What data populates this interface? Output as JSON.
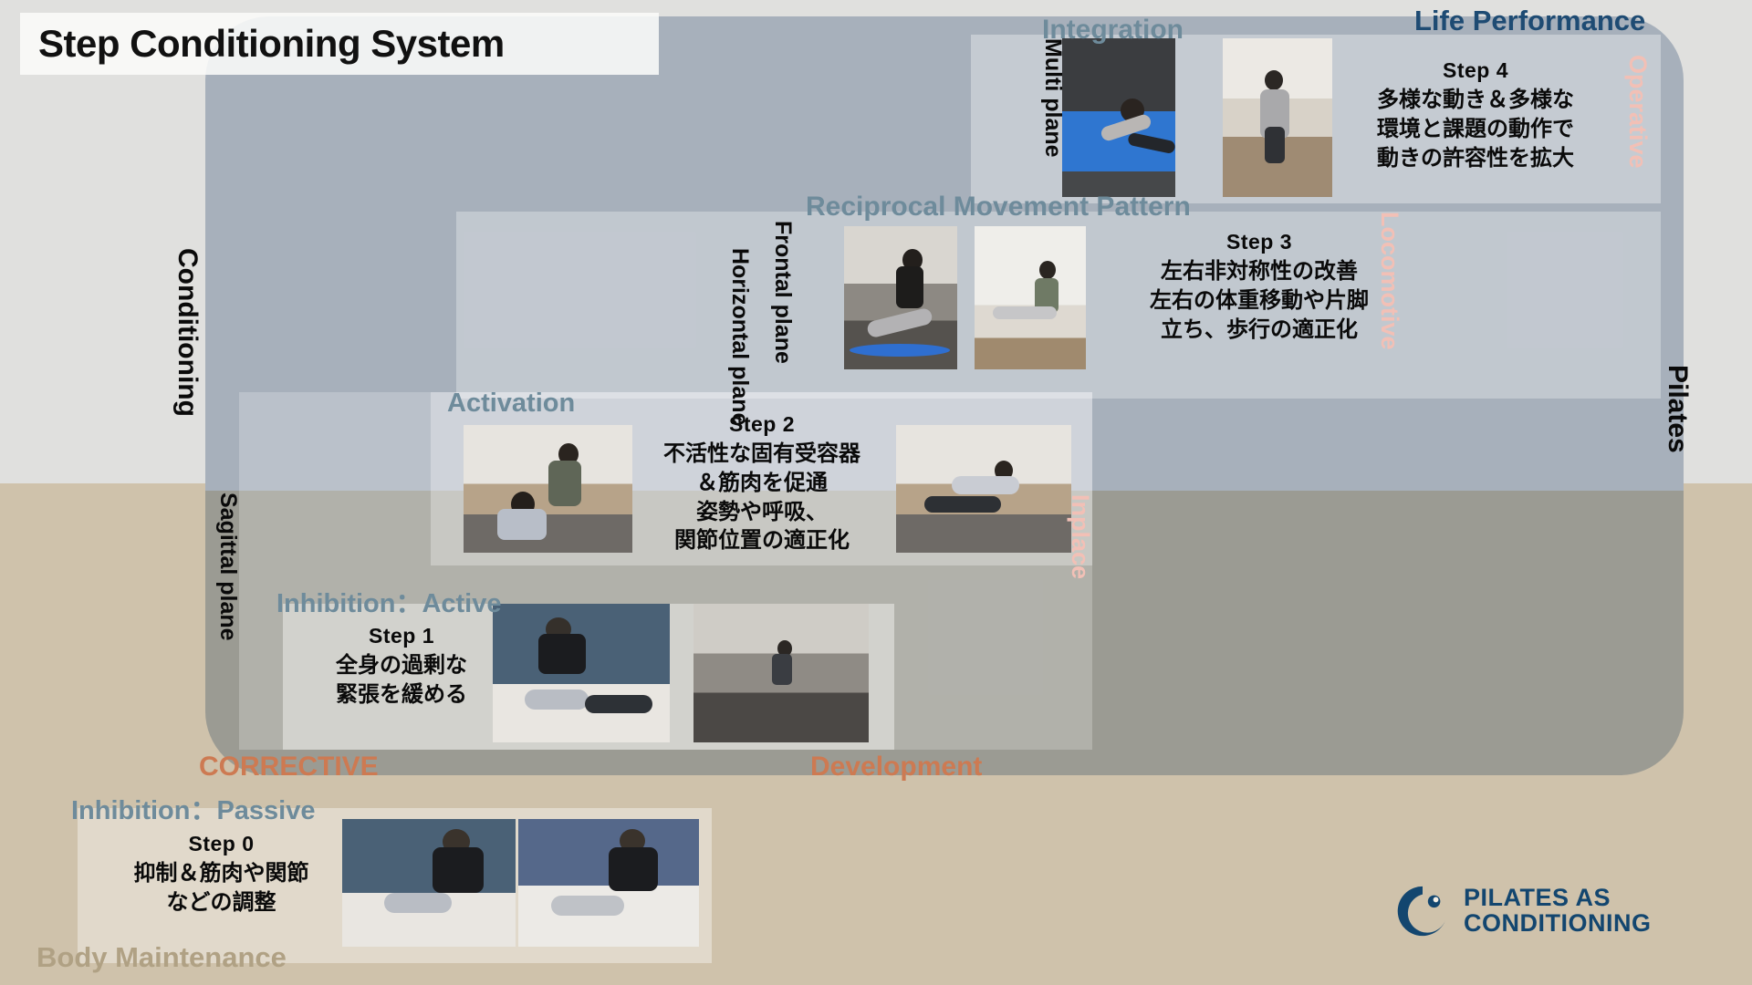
{
  "title": "Step Conditioning System",
  "axes": {
    "left_vertical": "Conditioning",
    "left_vertical_sub": "Sagittal plane",
    "right_vertical": "Pilates",
    "plane_frontal": "Frontal plane",
    "plane_horizontal": "Horizontal plane",
    "plane_multi": "Multi plane"
  },
  "zones": {
    "life_performance": "Life Performance",
    "integration": "Integration",
    "reciprocal": "Reciprocal Movement Pattern",
    "activation": "Activation",
    "inhibition_active": "Inhibition：Active",
    "inhibition_passive": "Inhibition：Passive",
    "corrective": "CORRECTIVE",
    "development": "Development",
    "body_maintenance": "Body Maintenance",
    "operative": "Operative",
    "locomotive": "Locomotive",
    "inplace": "Inplace"
  },
  "steps": [
    {
      "id": "step-0",
      "header": "Step  0",
      "lines": [
        "抑制＆筋肉や関節",
        "などの調整"
      ],
      "photos": [
        "manual-therapy-side-lying-photo",
        "manual-therapy-supine-photo"
      ]
    },
    {
      "id": "step-1",
      "header": "Step 1",
      "lines": [
        "全身の過剰な",
        "緊張を緩める"
      ],
      "photos": [
        "manual-release-neck-photo",
        "studio-standing-photo"
      ]
    },
    {
      "id": "step-2",
      "header": "Step 2",
      "lines": [
        "不活性な固有受容器",
        "＆筋肉を促通",
        "姿勢や呼吸、",
        "関節位置の適正化"
      ],
      "photos": [
        "seated-arm-cue-photo",
        "supine-reformer-photo"
      ]
    },
    {
      "id": "step-3",
      "header": "Step 3",
      "lines": [
        "左右非対称性の改善",
        "左右の体重移動や片脚",
        "立ち、歩行の適正化"
      ],
      "photos": [
        "side-plank-assist-photo",
        "single-leg-balance-photo"
      ]
    },
    {
      "id": "step-4",
      "header": "Step 4",
      "lines": [
        "多様な動き＆多様な",
        "環境と課題の動作で",
        "動きの許容性を拡大"
      ],
      "photos": [
        "mat-multiplane-photo",
        "mirror-standing-photo"
      ]
    }
  ],
  "logo": {
    "line1": "PILATES AS",
    "line2": "CONDITIONING",
    "mark": "pilates-as-conditioning-logo-icon"
  },
  "colors": {
    "teal_label": "#6e8b9b",
    "navy_label": "#1e4b73",
    "orange_label": "#cd7a52",
    "tan_label": "#b0a184",
    "pink_label": "#f2c0b6",
    "panel_blue": "#a7b0bb",
    "panel_gray": "#9b9b93",
    "bg_light": "#e0e0de",
    "bg_tan": "#cfc2ab",
    "logo_navy": "#13466f"
  }
}
